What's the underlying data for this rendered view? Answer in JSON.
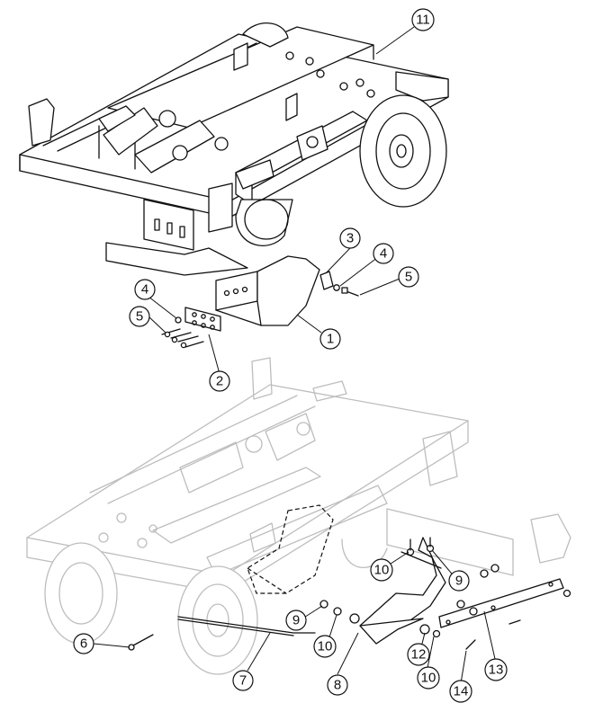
{
  "callouts": [
    {
      "id": "c1",
      "label": "1"
    },
    {
      "id": "c2",
      "label": "2"
    },
    {
      "id": "c3",
      "label": "3"
    },
    {
      "id": "c4a",
      "label": "4"
    },
    {
      "id": "c4b",
      "label": "4"
    },
    {
      "id": "c5a",
      "label": "5"
    },
    {
      "id": "c5b",
      "label": "5"
    },
    {
      "id": "c6",
      "label": "6"
    },
    {
      "id": "c7",
      "label": "7"
    },
    {
      "id": "c8",
      "label": "8"
    },
    {
      "id": "c9a",
      "label": "9"
    },
    {
      "id": "c9b",
      "label": "9"
    },
    {
      "id": "c10a",
      "label": "10"
    },
    {
      "id": "c10b",
      "label": "10"
    },
    {
      "id": "c10c",
      "label": "10"
    },
    {
      "id": "c11",
      "label": "11"
    },
    {
      "id": "c12",
      "label": "12"
    },
    {
      "id": "c13",
      "label": "13"
    },
    {
      "id": "c14",
      "label": "14"
    }
  ],
  "colors": {
    "ink": "#111111",
    "ghost": "#bdbdbd",
    "background": "#ffffff"
  }
}
